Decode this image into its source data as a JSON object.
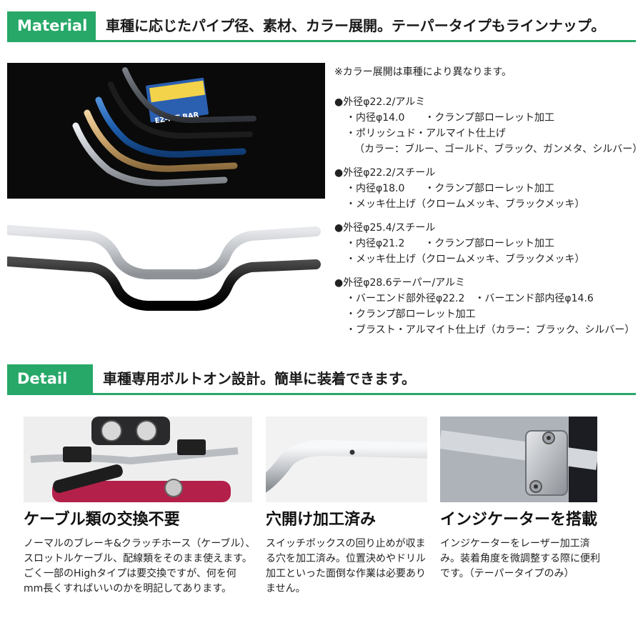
{
  "material": {
    "badge": "Material",
    "title": "車種に応じたパイプ径、素材、カラー展開。テーパータイプもラインナップ。"
  },
  "photo_label": "EZ-FIT BAR",
  "spec": {
    "note": "※カラー展開は車種により異なります。",
    "groups": [
      {
        "heading": "●外径φ22.2/アルミ",
        "lines": [
          "・内径φ14.0　　・クランプ部ローレット加工",
          "・ポリッシュド・アルマイト仕上げ"
        ],
        "sub": "（カラー：ブルー、ゴールド、ブラック、ガンメタ、シルバー）"
      },
      {
        "heading": "●外径φ22.2/スチール",
        "lines": [
          "・内径φ18.0　　・クランプ部ローレット加工",
          "・メッキ仕上げ（クロームメッキ、ブラックメッキ）"
        ]
      },
      {
        "heading": "●外径φ25.4/スチール",
        "lines": [
          "・内径φ21.2　　・クランプ部ローレット加工",
          "・メッキ仕上げ（クロームメッキ、ブラックメッキ）"
        ]
      },
      {
        "heading": "●外径φ28.6テーパー/アルミ",
        "lines": [
          "・バーエンド部外径φ22.2　・バーエンド部内径φ14.6",
          "・クランプ部ローレット加工",
          "・ブラスト・アルマイト仕上げ（カラー：ブラック、シルバー）"
        ]
      }
    ]
  },
  "detail": {
    "badge": "Detail",
    "title": "車種専用ボルトオン設計。簡単に装着できます。",
    "columns": [
      {
        "heading": "ケーブル類の交換不要",
        "body": "ノーマルのブレーキ&クラッチホース（ケーブル）、スロットルケーブル、配線類をそのまま使えます。ごく一部のHighタイプは要交換ですが、何を何mm長くすればいいのかを明記してあります。"
      },
      {
        "heading": "穴開け加工済み",
        "body": "スイッチボックスの回り止めが収まる穴を加工済み。位置決めやドリル加工といった面倒な作業は必要ありません。"
      },
      {
        "heading": "インジケーターを搭載",
        "body": "インジケーターをレーザー加工済み。装着角度を微調整する際に便利です。（テーパータイプのみ）"
      }
    ]
  },
  "colors": {
    "accent": "#27a868",
    "bar_blue": "#1f5fae",
    "bar_gold": "#c9a36a",
    "bar_silver": "#b8bcc2",
    "bar_black": "#1a1a1a"
  }
}
